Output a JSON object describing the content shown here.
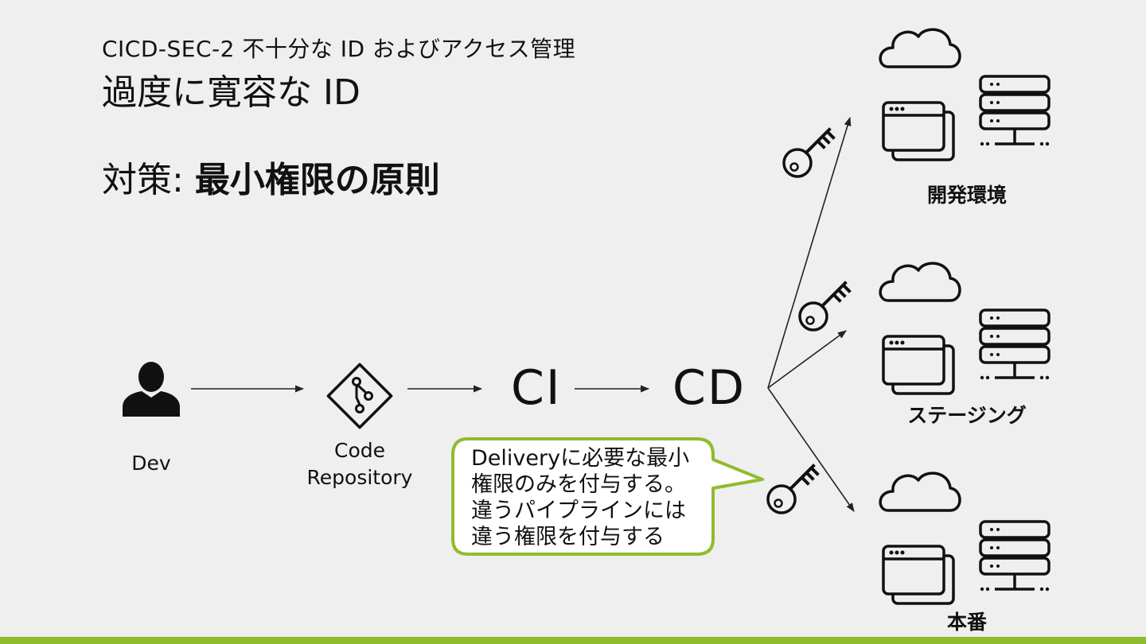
{
  "header": {
    "subtitle": "CICD-SEC-2  不十分な ID およびアクセス管理",
    "title": "過度に寛容な ID"
  },
  "measure": {
    "prefix": "対策: ",
    "bold": "最小権限の原則"
  },
  "pipeline": {
    "dev_label": "Dev",
    "repo_label_line1": "Code",
    "repo_label_line2": "Repository",
    "ci_label": "CI",
    "cd_label": "CD"
  },
  "callout": {
    "lines": [
      "Deliveryに必要な最小",
      "権限のみを付与する。",
      "違うパイプラインには",
      "違う権限を付与する"
    ]
  },
  "environments": [
    {
      "label": "開発環境"
    },
    {
      "label": "ステージング"
    },
    {
      "label": "本番"
    }
  ],
  "icons": {
    "dev": "person-icon",
    "repo": "git-repository-icon",
    "key": "key-icon",
    "cloud": "cloud-icon",
    "window": "browser-window-icon",
    "server": "server-rack-icon"
  },
  "colors": {
    "background": "#efefef",
    "accent": "#8fbc2e",
    "line": "#222222",
    "callout_fill": "#ffffff"
  }
}
